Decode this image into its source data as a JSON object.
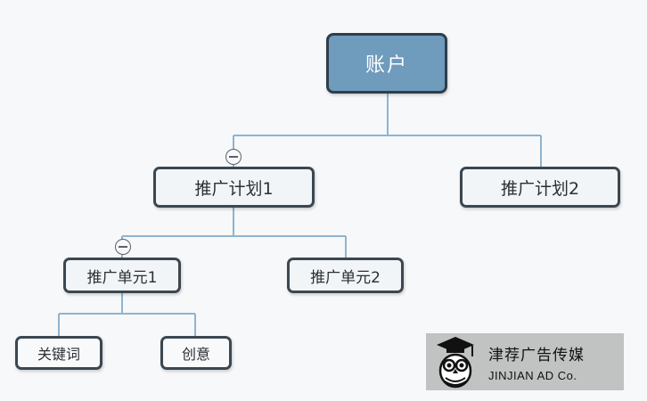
{
  "colors": {
    "root_fill": "#6f9bbd",
    "node_fill": "#f2f5f8",
    "border": "#3b4751",
    "connector": "#8fb4cf"
  },
  "nodes": {
    "root": "账户",
    "plan1": "推广计划1",
    "plan2": "推广计划2",
    "unit1": "推广单元1",
    "unit2": "推广单元2",
    "keyword": "关键词",
    "creative": "创意"
  },
  "icons": {
    "collapse": "minus-circle-icon",
    "logo": "owl-graduate-icon"
  },
  "watermark": {
    "name_cn": "津荐广告传媒",
    "name_en": "JINJIAN AD Co."
  }
}
